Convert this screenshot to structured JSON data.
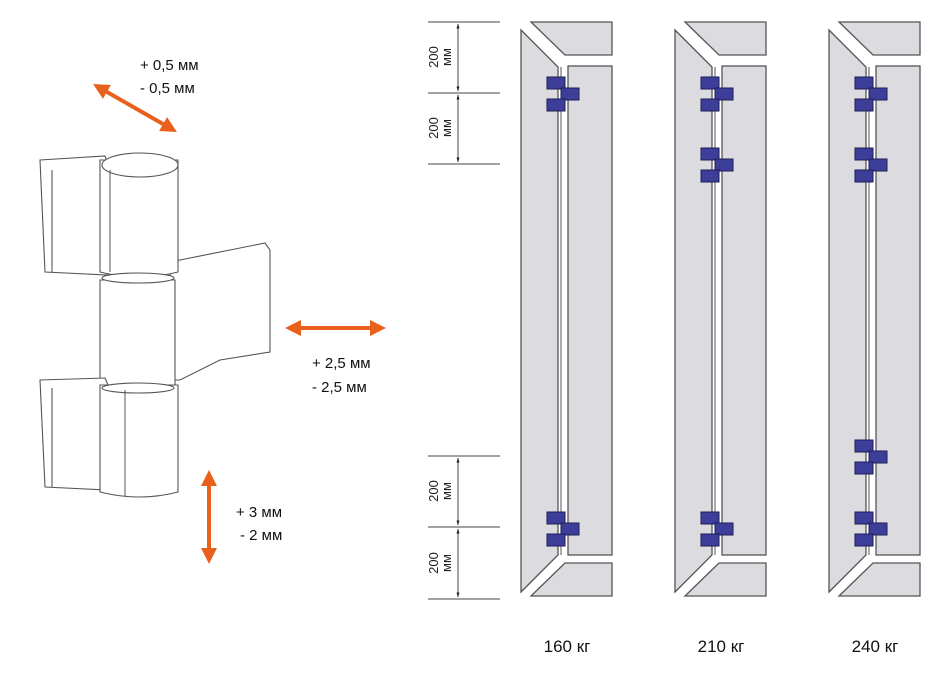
{
  "adjustments": {
    "depth": {
      "plus": "+ 0,5 мм",
      "minus": "- 0,5 мм"
    },
    "lateral": {
      "plus": "+ 2,5 мм",
      "minus": "- 2,5 мм"
    },
    "vertical": {
      "plus": "+ 3 мм",
      "minus": "- 2 мм"
    }
  },
  "dimensions": {
    "value": "200",
    "unit": "мм"
  },
  "doors": [
    {
      "load": "160 кг",
      "hinge_count": 2
    },
    {
      "load": "210 кг",
      "hinge_count": 3
    },
    {
      "load": "240 кг",
      "hinge_count": 4
    }
  ],
  "colors": {
    "arrow": "#e8601c",
    "hinge": "#3d3d9a",
    "frame": "#dcdce0"
  }
}
